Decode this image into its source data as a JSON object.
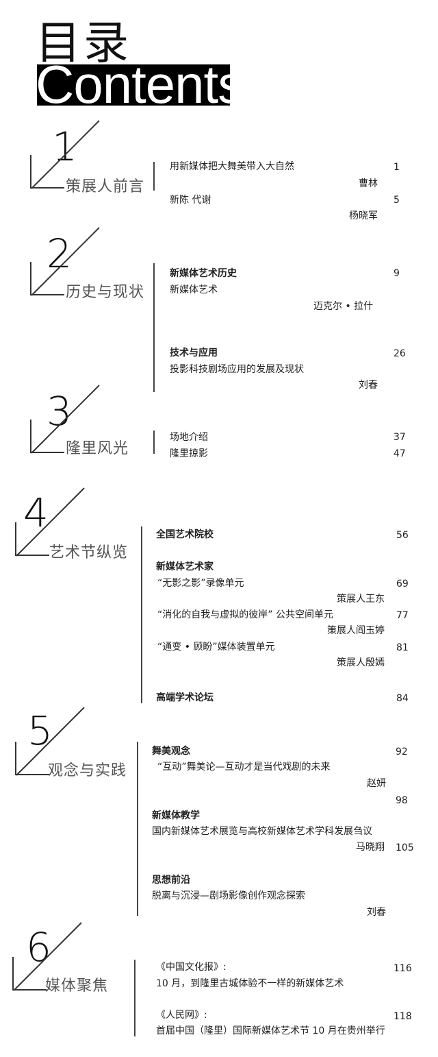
{
  "header": {
    "title_cn": "目录",
    "title_en": "Contents"
  },
  "sections": [
    {
      "num": "1",
      "name": "策展人前言"
    },
    {
      "num": "2",
      "name": "历史与现状"
    },
    {
      "num": "3",
      "name": "隆里风光"
    },
    {
      "num": "4",
      "name": "艺术节纵览"
    },
    {
      "num": "5",
      "name": "观念与实践"
    },
    {
      "num": "6",
      "name": "媒体聚焦"
    }
  ],
  "s1": {
    "e1": {
      "title": "用新媒体把大舞美带入大自然",
      "page": "1",
      "author": "曹林"
    },
    "e2": {
      "title": "新陈 代谢",
      "page": "5",
      "author": "杨晓军"
    }
  },
  "s2": {
    "e1": {
      "heading": "新媒体艺术历史",
      "page": "9",
      "sub": "新媒体艺术",
      "author": "迈克尔 • 拉什"
    },
    "e2": {
      "heading": "技术与应用",
      "page": "26",
      "sub": "投影科技剧场应用的发展及现状",
      "author": "刘春"
    }
  },
  "s3": {
    "e1": {
      "title": "场地介绍",
      "page": "37"
    },
    "e2": {
      "title": "隆里掠影",
      "page": "47"
    }
  },
  "s4": {
    "e1": {
      "heading": "全国艺术院校",
      "page": "56"
    },
    "e2": {
      "heading": "新媒体艺术家"
    },
    "e3": {
      "title": "“无影之影”录像单元",
      "page": "69",
      "author": "策展人王东"
    },
    "e4": {
      "title": "“消化的自我与虚拟的彼岸” 公共空间单元",
      "page": "77",
      "author": "策展人阎玉婷"
    },
    "e5": {
      "title": "“通变 • 顾盼”媒体装置单元",
      "page": "81",
      "author": "策展人殷嫣"
    },
    "e6": {
      "heading": "高端学术论坛",
      "page": "84"
    }
  },
  "s5": {
    "e1": {
      "heading": "舞美观念",
      "page": "92",
      "sub": "“互动”舞美论—互动才是当代戏剧的未来",
      "author": "赵妍"
    },
    "e2": {
      "heading": "新媒体教学",
      "page": "98",
      "sub": "国内新媒体艺术展览与高校新媒体艺术学科发展刍议",
      "author": "马晓翔",
      "page2": "105"
    },
    "e3": {
      "heading": "思想前沿",
      "sub": "脱离与沉浸—剧场影像创作观念探索",
      "author": "刘春"
    }
  },
  "s6": {
    "e1": {
      "title": "《中国文化报》:",
      "page": "116",
      "sub": "10 月，到隆里古城体验不一样的新媒体艺术"
    },
    "e2": {
      "title": "《人民网》:",
      "page": "118",
      "sub": "首届中国（隆里）国际新媒体艺术节 10 月在贵州举行"
    }
  }
}
